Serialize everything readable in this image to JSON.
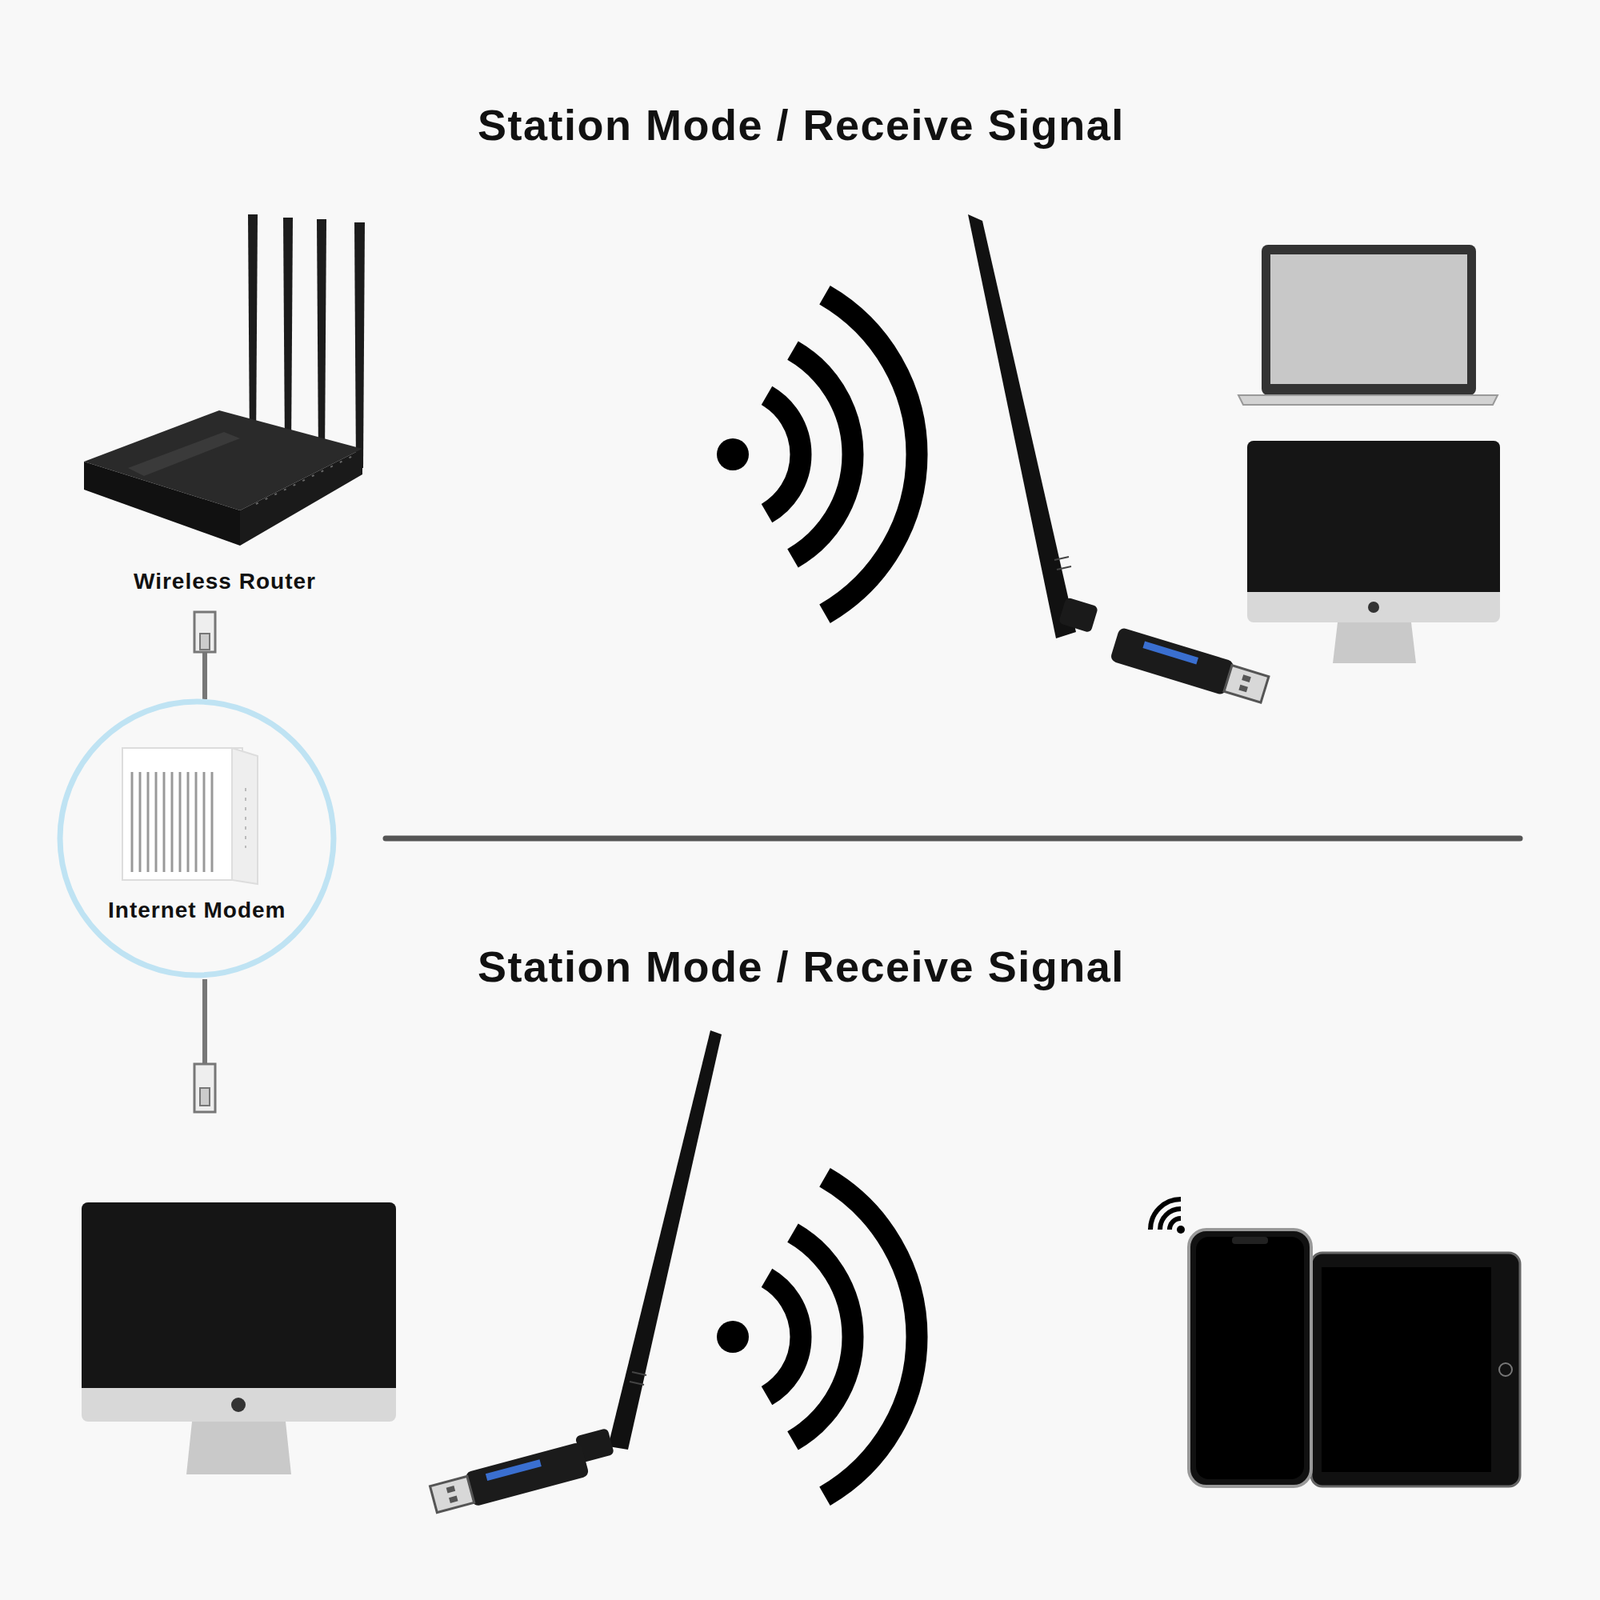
{
  "diagram": {
    "title": "Station Mode / Receive Signal",
    "nodes": [
      {
        "text": [
          "Internet Modem"
        ]
      }
    ],
    "labels": [
      "Station Mode / Receive Signal",
      "Wireless Router"
    ]
  }
}
